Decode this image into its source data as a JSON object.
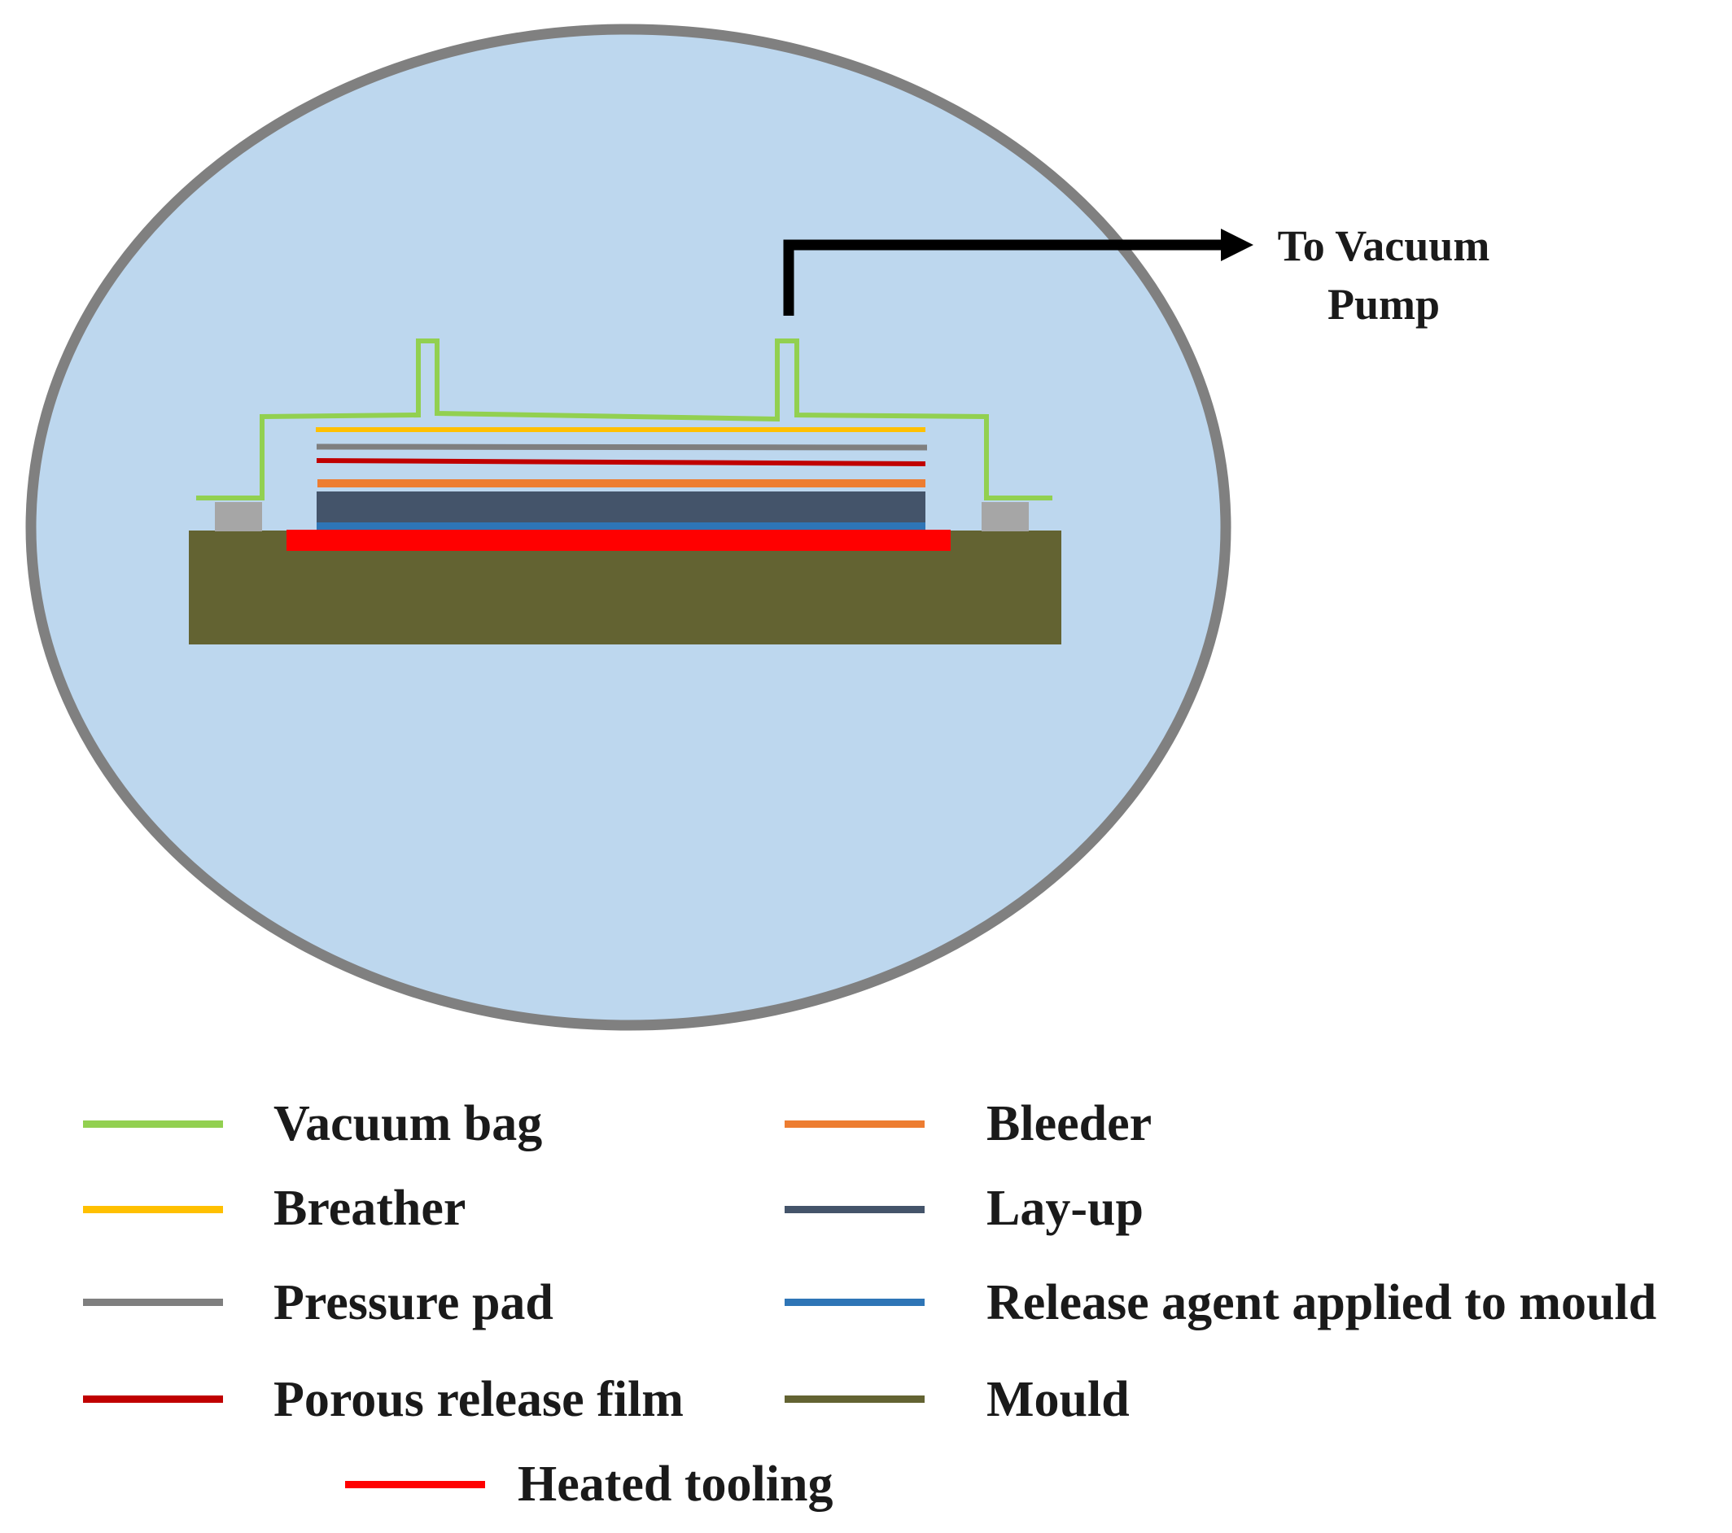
{
  "pump": {
    "line1": "To Vacuum",
    "line2": "Pump"
  },
  "colors": {
    "chamber_fill": "#bdd7ee",
    "chamber_border": "#808080",
    "vacuum_bag": "#92d050",
    "breather": "#ffc000",
    "pressure_pad": "#7f7f7f",
    "porous_release_film": "#c00000",
    "bleeder": "#ed7d31",
    "layup": "#44546a",
    "release_agent": "#2e75b6",
    "mould": "#636332",
    "heated_tooling": "#ff0000",
    "sealant": "#a6a6a6",
    "arrow": "#000000"
  },
  "legend": [
    {
      "label": "Vacuum bag",
      "color": "#92d050"
    },
    {
      "label": "Breather",
      "color": "#ffc000"
    },
    {
      "label": "Pressure pad",
      "color": "#7f7f7f"
    },
    {
      "label": "Porous release film",
      "color": "#c00000"
    },
    {
      "label": "Bleeder",
      "color": "#ed7d31"
    },
    {
      "label": "Lay-up",
      "color": "#44546a"
    },
    {
      "label": "Release agent applied to mould",
      "color": "#2e75b6"
    },
    {
      "label": "Mould",
      "color": "#636332"
    },
    {
      "label": "Heated tooling",
      "color": "#ff0000"
    }
  ]
}
